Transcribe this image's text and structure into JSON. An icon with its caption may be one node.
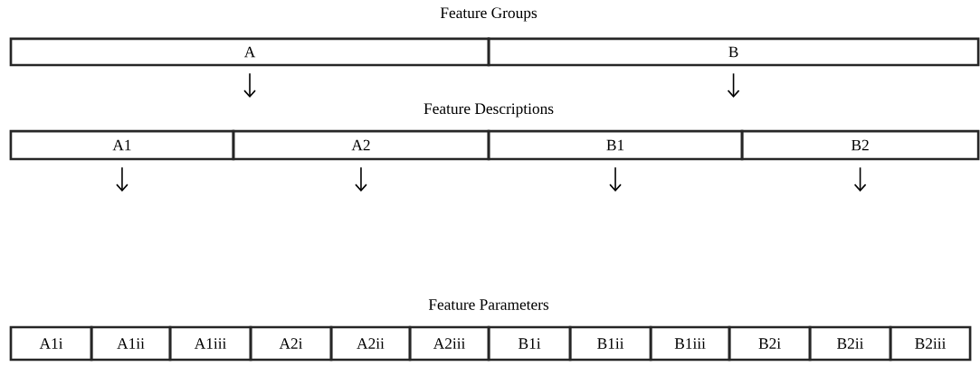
{
  "diagram": {
    "nodes": [
      {
        "text": [
          "A"
        ]
      },
      {
        "text": [
          "B"
        ]
      },
      {
        "text": [
          "A1"
        ]
      },
      {
        "text": [
          "A2"
        ]
      },
      {
        "text": [
          "B1"
        ]
      },
      {
        "text": [
          "B2"
        ]
      },
      {
        "text": [
          "A1i"
        ]
      },
      {
        "text": [
          "A1ii"
        ]
      },
      {
        "text": [
          "A1iii"
        ]
      },
      {
        "text": [
          "A2i"
        ]
      },
      {
        "text": [
          "A2ii"
        ]
      },
      {
        "text": [
          "A2iii"
        ]
      },
      {
        "text": [
          "B1i"
        ]
      },
      {
        "text": [
          "B1ii"
        ]
      },
      {
        "text": [
          "B1iii"
        ]
      },
      {
        "text": [
          "B2i"
        ]
      },
      {
        "text": [
          "B2ii"
        ]
      },
      {
        "text": [
          "B2iii"
        ]
      }
    ],
    "edges": [
      {
        "from": 0,
        "to": null,
        "arrow": "to"
      },
      {
        "from": 1,
        "to": null,
        "arrow": "to"
      },
      {
        "from": 2,
        "to": null,
        "arrow": "to"
      },
      {
        "from": 3,
        "to": null,
        "arrow": "to"
      },
      {
        "from": 4,
        "to": null,
        "arrow": "to"
      },
      {
        "from": 5,
        "to": null,
        "arrow": "to"
      }
    ],
    "labels": [
      "Feature Groups",
      "Feature Descriptions",
      "Feature Parameters"
    ]
  }
}
